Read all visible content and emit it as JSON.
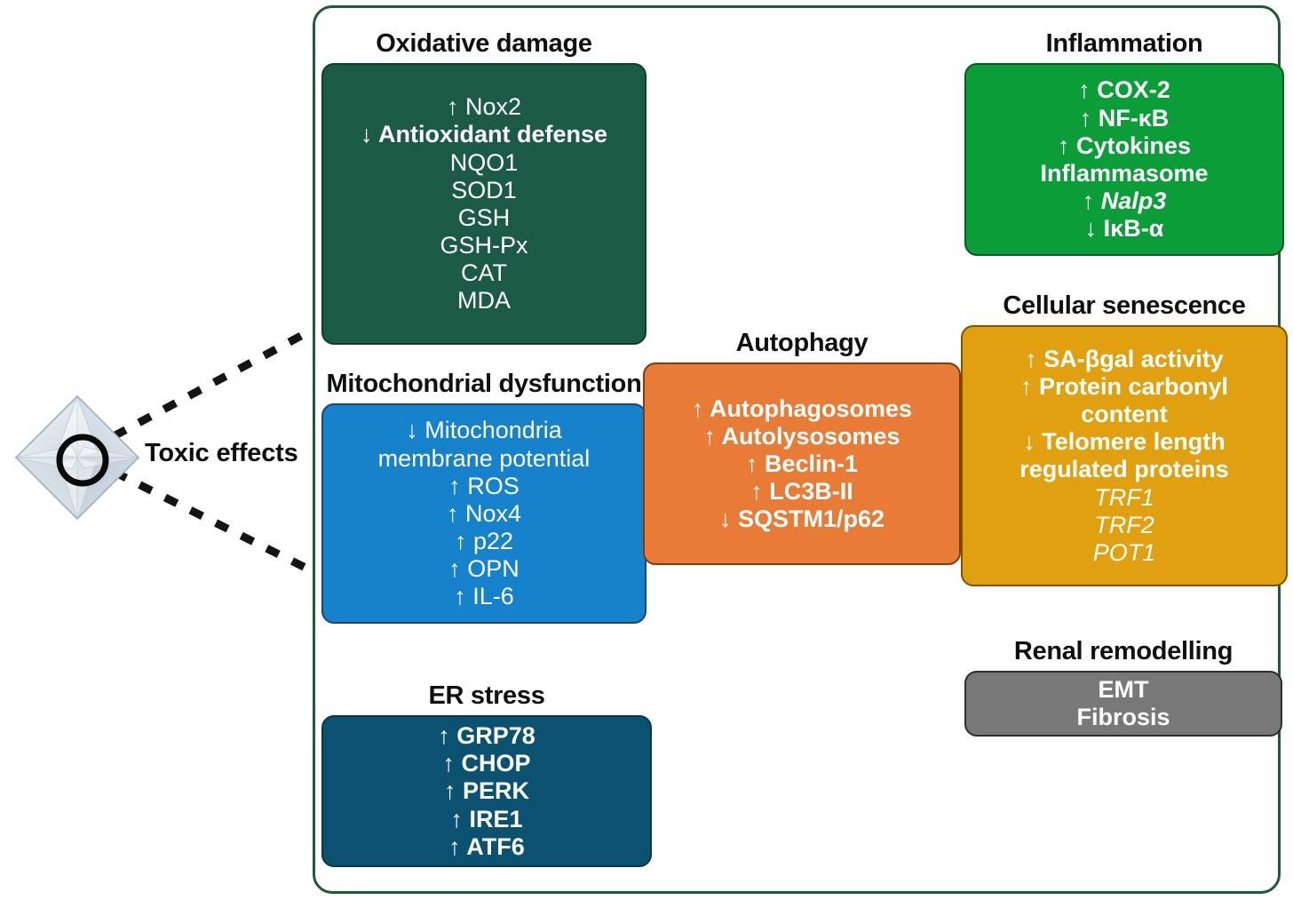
{
  "diagram": {
    "source_label": "Toxic effects",
    "particle_icon": "octahedral-nanoparticle-icon",
    "frame_color": "#1E5B35",
    "groups": [
      {
        "id": "oxidative",
        "heading": "Oxidative damage",
        "color": "#1B5B46",
        "border_color": "#0E3C2E",
        "items": [
          {
            "text": "↑ Nox2",
            "style": "regular"
          },
          {
            "text": "↓ Antioxidant defense",
            "style": "bold"
          },
          {
            "text": "NQO1",
            "style": "regular"
          },
          {
            "text": "SOD1",
            "style": "regular"
          },
          {
            "text": "GSH",
            "style": "regular"
          },
          {
            "text": "GSH-Px",
            "style": "regular"
          },
          {
            "text": "CAT",
            "style": "regular"
          },
          {
            "text": "MDA",
            "style": "regular"
          }
        ]
      },
      {
        "id": "mito",
        "heading": "Mitochondrial dysfunction",
        "color": "#1682CC",
        "border_color": "#134A75",
        "items": [
          {
            "text": "↓ Mitochondria membrane potential",
            "style": "regular",
            "wrap": true
          },
          {
            "text": "↑ ROS",
            "style": "regular"
          },
          {
            "text": "↑ Nox4",
            "style": "regular"
          },
          {
            "text": "↑ p22",
            "style": "regular"
          },
          {
            "text": "↑ OPN",
            "style": "regular"
          },
          {
            "text": "↑ IL-6",
            "style": "regular"
          }
        ]
      },
      {
        "id": "er",
        "heading": "ER stress",
        "color": "#0A5270",
        "border_color": "#08374A",
        "items": [
          {
            "text": "↑ GRP78",
            "style": "bold"
          },
          {
            "text": "↑ CHOP",
            "style": "bold"
          },
          {
            "text": "↑ PERK",
            "style": "bold"
          },
          {
            "text": "↑ IRE1",
            "style": "bold"
          },
          {
            "text": "↑ ATF6",
            "style": "bold"
          }
        ]
      },
      {
        "id": "autophagy",
        "heading": "Autophagy",
        "color": "#E87B35",
        "border_color": "#7D3C14",
        "items": [
          {
            "text": "↑ Autophagosomes",
            "style": "bold"
          },
          {
            "text": "↑ Autolysosomes",
            "style": "bold"
          },
          {
            "text": "↑ Beclin-1",
            "style": "bold"
          },
          {
            "text": "↑ LC3B-II",
            "style": "bold"
          },
          {
            "text": "↓ SQSTM1/p62",
            "style": "bold"
          }
        ]
      },
      {
        "id": "inflammation",
        "heading": "Inflammation",
        "color": "#0A9D38",
        "border_color": "#0A5C22",
        "items": [
          {
            "text": "↑ COX-2",
            "style": "bold"
          },
          {
            "text": "↑ NF-κB",
            "style": "bold"
          },
          {
            "text": "↑ Cytokines",
            "style": "bold"
          },
          {
            "text": "Inflammasome",
            "style": "bold"
          },
          {
            "text": "↑ Nalp3",
            "style": "bold-italic"
          },
          {
            "text": "↓ IκB-α",
            "style": "bold"
          }
        ]
      },
      {
        "id": "senescence",
        "heading": "Cellular senescence",
        "color": "#E0A010",
        "border_color": "#7D5408",
        "items": [
          {
            "text": "↑ SA-βgal activity",
            "style": "bold"
          },
          {
            "text": "↑ Protein carbonyl content",
            "style": "bold",
            "wrap": true
          },
          {
            "text": "↓ Telomere length regulated proteins",
            "style": "bold",
            "wrap": true
          },
          {
            "text": "TRF1",
            "style": "italic"
          },
          {
            "text": "TRF2",
            "style": "italic"
          },
          {
            "text": "POT1",
            "style": "italic"
          }
        ]
      },
      {
        "id": "renal",
        "heading": "Renal remodelling",
        "color": "#787878",
        "border_color": "#2E2E2E",
        "items": [
          {
            "text": "EMT",
            "style": "bold"
          },
          {
            "text": "Fibrosis",
            "style": "bold"
          }
        ]
      }
    ]
  }
}
